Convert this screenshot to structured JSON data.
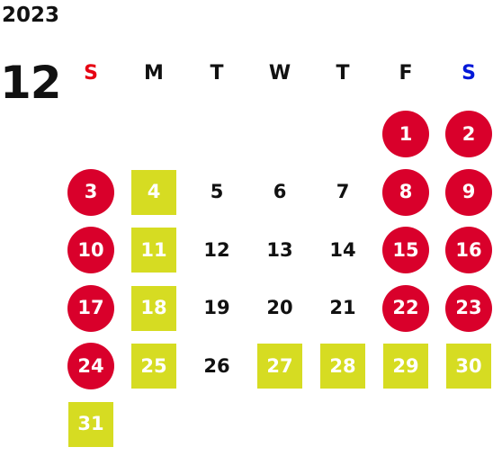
{
  "calendar": {
    "year": "2023",
    "month": "12",
    "weekdays": [
      {
        "label": "S",
        "color": "#e60012"
      },
      {
        "label": "M",
        "color": "#111111"
      },
      {
        "label": "T",
        "color": "#111111"
      },
      {
        "label": "W",
        "color": "#111111"
      },
      {
        "label": "T",
        "color": "#111111"
      },
      {
        "label": "F",
        "color": "#111111"
      },
      {
        "label": "S",
        "color": "#0018d8"
      }
    ],
    "colors": {
      "holiday": "#d9002b",
      "closed": "#d6dc22",
      "regular_text": "#111111"
    },
    "first_weekday_index": 5,
    "days": [
      {
        "day": "1",
        "type": "holiday"
      },
      {
        "day": "2",
        "type": "holiday"
      },
      {
        "day": "3",
        "type": "holiday"
      },
      {
        "day": "4",
        "type": "closed"
      },
      {
        "day": "5",
        "type": "regular"
      },
      {
        "day": "6",
        "type": "regular"
      },
      {
        "day": "7",
        "type": "regular"
      },
      {
        "day": "8",
        "type": "holiday"
      },
      {
        "day": "9",
        "type": "holiday"
      },
      {
        "day": "10",
        "type": "holiday"
      },
      {
        "day": "11",
        "type": "closed"
      },
      {
        "day": "12",
        "type": "regular"
      },
      {
        "day": "13",
        "type": "regular"
      },
      {
        "day": "14",
        "type": "regular"
      },
      {
        "day": "15",
        "type": "holiday"
      },
      {
        "day": "16",
        "type": "holiday"
      },
      {
        "day": "17",
        "type": "holiday"
      },
      {
        "day": "18",
        "type": "closed"
      },
      {
        "day": "19",
        "type": "regular"
      },
      {
        "day": "20",
        "type": "regular"
      },
      {
        "day": "21",
        "type": "regular"
      },
      {
        "day": "22",
        "type": "holiday"
      },
      {
        "day": "23",
        "type": "holiday"
      },
      {
        "day": "24",
        "type": "holiday"
      },
      {
        "day": "25",
        "type": "closed"
      },
      {
        "day": "26",
        "type": "regular"
      },
      {
        "day": "27",
        "type": "closed"
      },
      {
        "day": "28",
        "type": "closed"
      },
      {
        "day": "29",
        "type": "closed"
      },
      {
        "day": "30",
        "type": "closed"
      },
      {
        "day": "31",
        "type": "closed"
      }
    ]
  }
}
